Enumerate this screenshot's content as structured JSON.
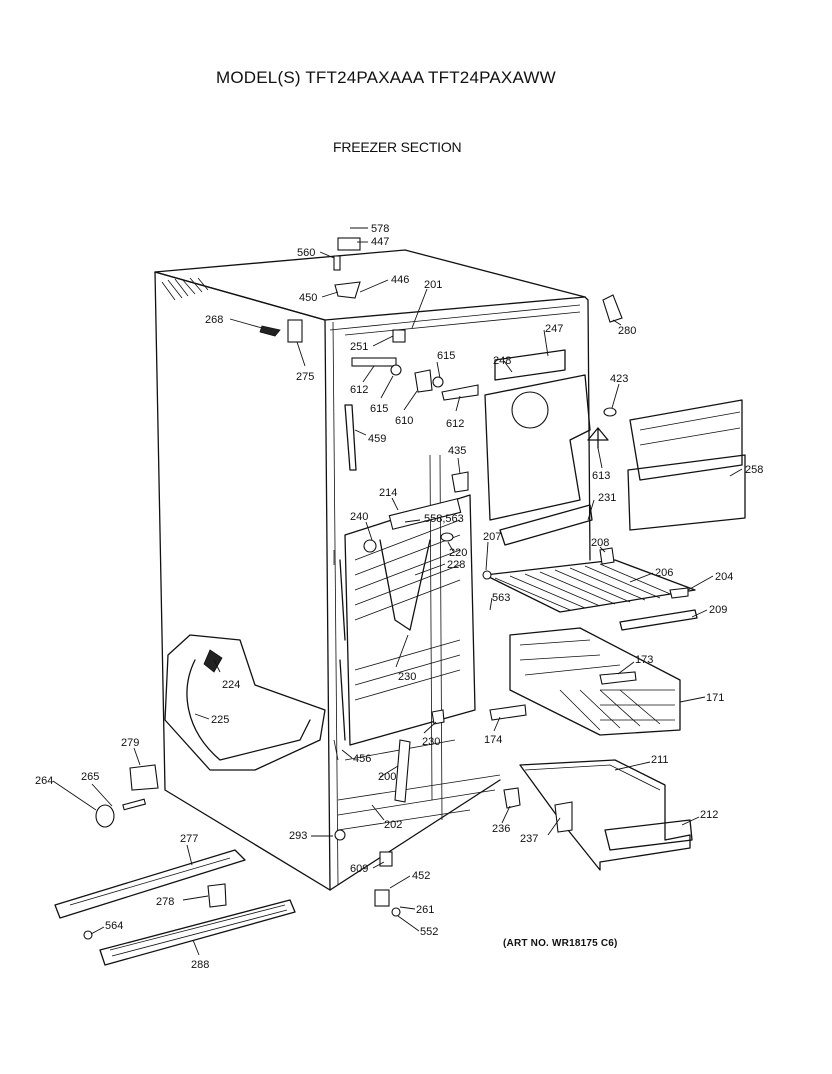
{
  "header": {
    "model": "MODEL(S) TFT24PAXAAA  TFT24PAXAWW",
    "section": "FREEZER SECTION"
  },
  "footer": {
    "art_no": "(ART NO. WR18175 C6)"
  },
  "callouts": {
    "c578": "578",
    "c447": "447",
    "c560": "560",
    "c446": "446",
    "c450": "450",
    "c201": "201",
    "c268": "268",
    "c275": "275",
    "c251": "251",
    "c247": "247",
    "c280": "280",
    "c248": "248",
    "c615a": "615",
    "c612a": "612",
    "c615b": "615",
    "c610": "610",
    "c612b": "612",
    "c423": "423",
    "c459": "459",
    "c435": "435",
    "c613": "613",
    "c258": "258",
    "c214": "214",
    "c231": "231",
    "c240": "240",
    "c558": "558,563",
    "c220": "220",
    "c207": "207",
    "c208": "208",
    "c228": "228",
    "c206": "206",
    "c204": "204",
    "c563": "563",
    "c209": "209",
    "c173": "173",
    "c224": "224",
    "c230a": "230",
    "c171": "171",
    "c225": "225",
    "c174": "174",
    "c230b": "230",
    "c279": "279",
    "c456": "456",
    "c211": "211",
    "c264": "264",
    "c265": "265",
    "c200": "200",
    "c202": "202",
    "c212": "212",
    "c236": "236",
    "c237": "237",
    "c277": "277",
    "c293": "293",
    "c609": "609",
    "c452": "452",
    "c278": "278",
    "c261": "261",
    "c564": "564",
    "c552": "552",
    "c288": "288"
  }
}
